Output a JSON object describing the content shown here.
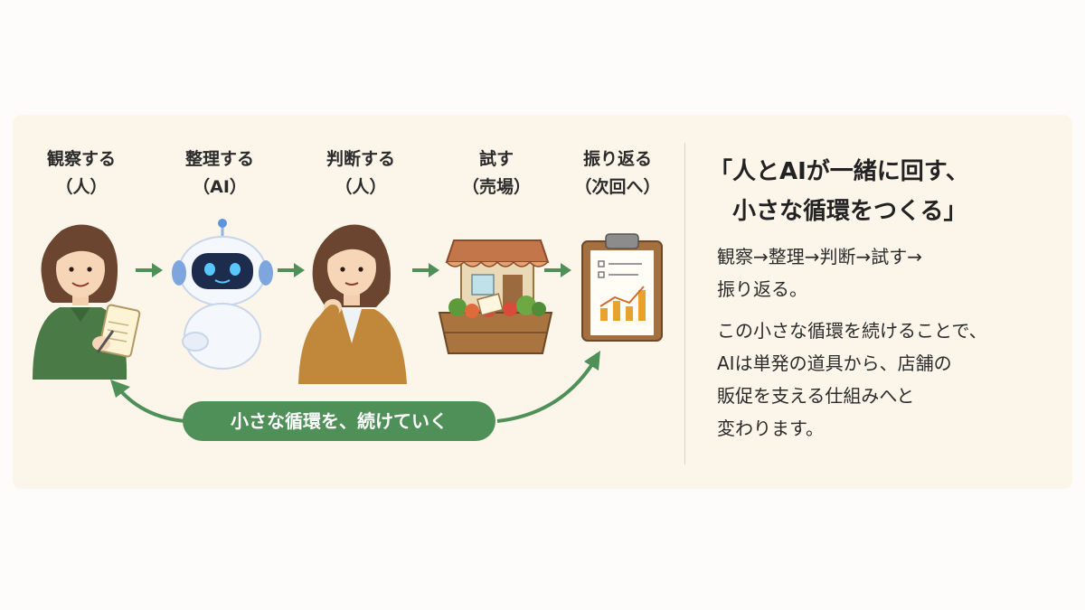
{
  "steps": [
    {
      "title": "観察する",
      "sub": "（人）",
      "icon": "woman-notepad-icon"
    },
    {
      "title": "整理する",
      "sub": "（AI）",
      "icon": "robot-icon"
    },
    {
      "title": "判断する",
      "sub": "（人）",
      "icon": "woman-thinking-icon"
    },
    {
      "title": "試す",
      "sub": "（売場）",
      "icon": "store-produce-icon"
    },
    {
      "title": "振り返る",
      "sub": "（次回へ）",
      "icon": "clipboard-chart-icon"
    }
  ],
  "cycle_label": "小さな循環を、続けていく",
  "headline": {
    "line1": "「人とAIが一緒に回す、",
    "line2": "　小さな循環をつくる」"
  },
  "body": {
    "p1_line1": "観察→整理→判断→試す→",
    "p1_line2": "振り返る。",
    "p2_line1": "この小さな循環を続けることで、",
    "p2_line2": "AIは単発の道具から、店舗の",
    "p2_line3": "販促を支える仕組みへと",
    "p2_line4": "変わります。"
  },
  "colors": {
    "accent_green": "#4f8f58",
    "card_bg": "#fbf6e9",
    "text": "#2b2b2b"
  }
}
